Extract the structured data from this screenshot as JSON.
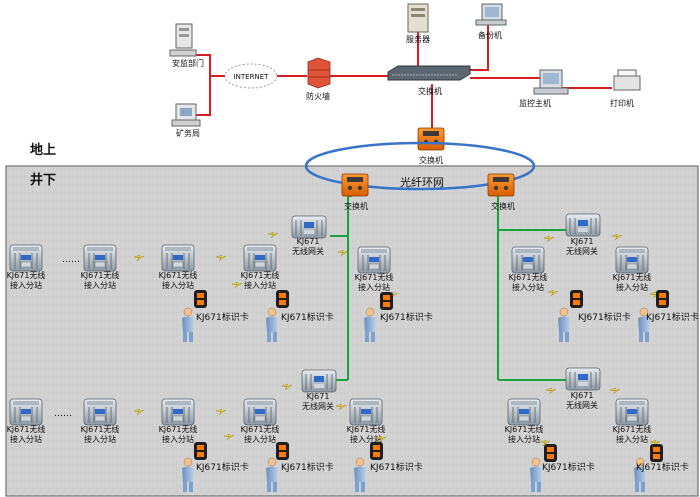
{
  "surface": {
    "zone_label": "地上",
    "internet": "INTERNET",
    "firewall": "防火墙",
    "safety_dept": "安监部门",
    "mining_bureau": "矿务局",
    "server": "服务器",
    "backup": "备份机",
    "switch": "交换机",
    "monitor_host": "监控主机",
    "printer": "打印机"
  },
  "underground": {
    "zone_label": "井下",
    "top_switch": "交换机",
    "ring_label": "光纤环网",
    "left_switch": "交换机",
    "right_switch": "交换机",
    "ellipsis": "……",
    "gateway_line1": "KJ671",
    "gateway_line2": "无线网关",
    "substation_line1": "KJ671无线",
    "substation_line2": "接入分站",
    "card": "KJ671标识卡"
  },
  "colors": {
    "red_link": "#d42020",
    "green_link": "#1aa23c",
    "ring": "#3a74c9",
    "zone_fill": "#d2d2d2",
    "switch_orange": "#f07a10"
  }
}
